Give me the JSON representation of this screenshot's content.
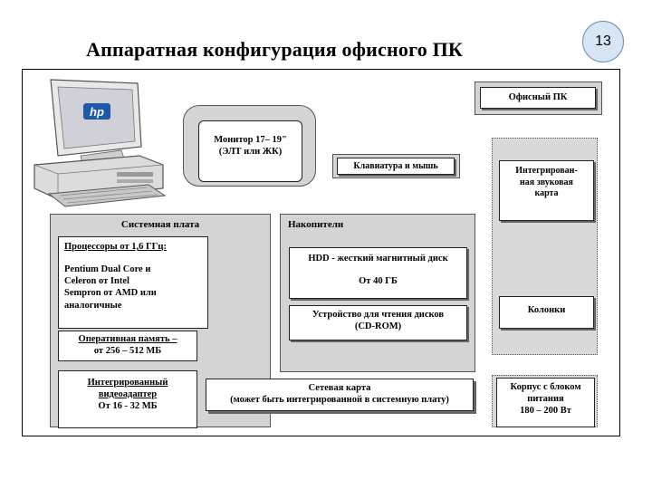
{
  "slide": {
    "number": "13"
  },
  "title": "Аппаратная конфигурация офисного ПК",
  "pc_logo": "hp",
  "office_pc": "Офисный ПК",
  "monitor": {
    "line1": "Монитор 17– 19\"",
    "line2": "(ЭЛТ или ЖК)"
  },
  "keyboard": "Клавиатура и мышь",
  "sound_card": {
    "line1": "Интегрирован-",
    "line2": "ная звуковая",
    "line3": "карта"
  },
  "motherboard": {
    "label": "Системная плата",
    "cpu_title": "Процессоры от 1,6 ГГц:",
    "cpu_l1": "Pentium Dual Core и",
    "cpu_l2": "Celeron от Intel",
    "cpu_l3": "Sempron от AMD или",
    "cpu_l4": "аналогичные",
    "ram_l1": "Оперативная память –",
    "ram_l2": "от 256 – 512 МБ",
    "video_l1": "Интегрированный",
    "video_l2": "видеоадаптер",
    "video_l3": "От 16 - 32 МБ"
  },
  "storage": {
    "label": "Накопители",
    "hdd_l1": "HDD - жесткий магнитный диск",
    "hdd_l2": "От 40 ГБ",
    "cd_l1": "Устройство для чтения дисков",
    "cd_l2": "(CD-ROM)"
  },
  "speakers": "Колонки",
  "network": {
    "line1": "Сетевая карта",
    "line2": "(может быть интегрированной в системную плату)"
  },
  "case": {
    "line1": "Корпус с блоком",
    "line2": "питания",
    "line3": "180 – 200 Вт"
  }
}
